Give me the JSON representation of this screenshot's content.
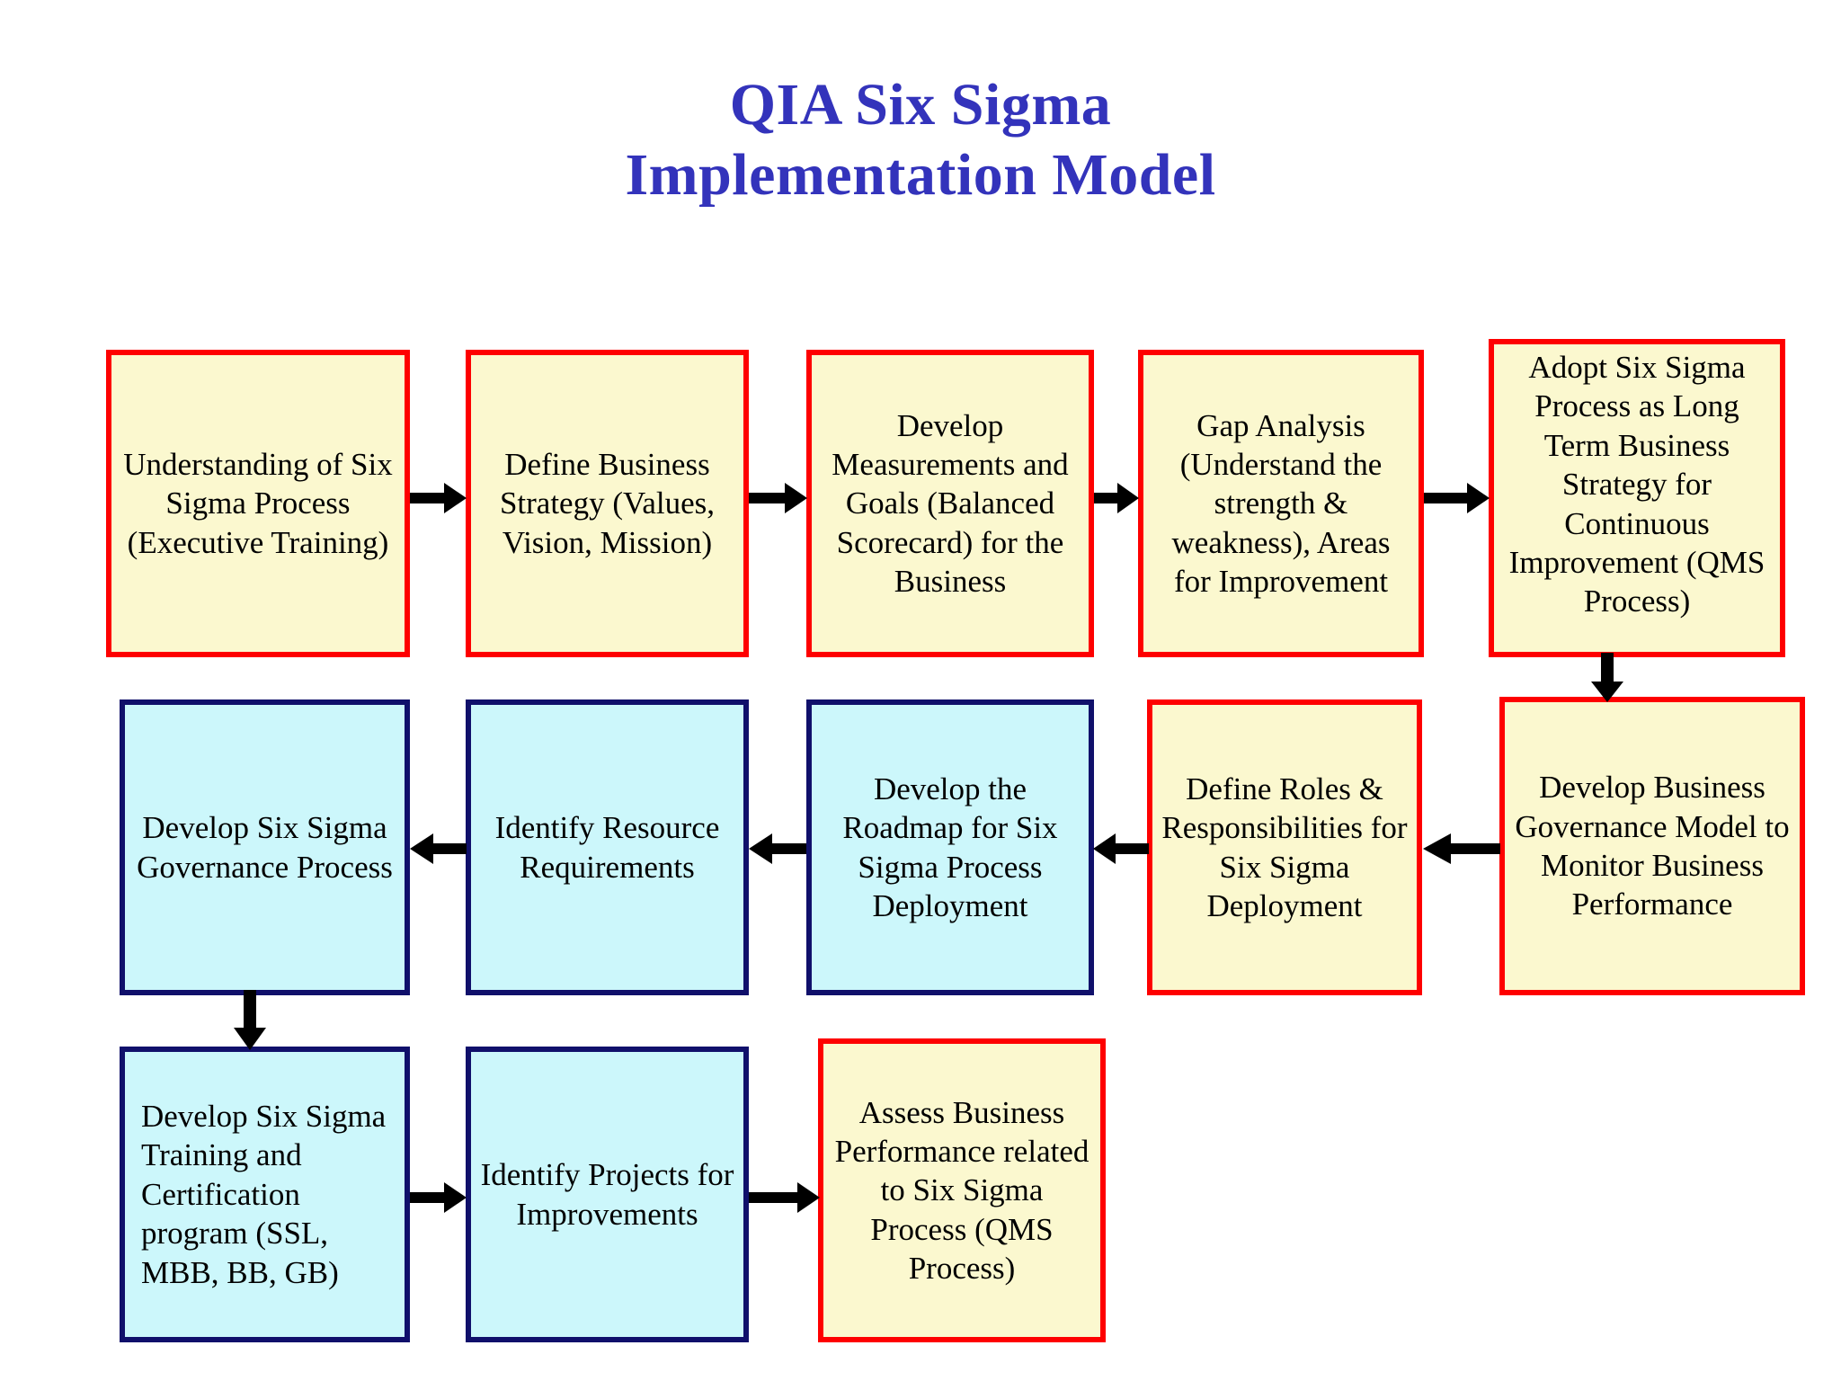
{
  "title": {
    "line1": "QIA Six Sigma",
    "line2": "Implementation Model",
    "color": "#3333bb"
  },
  "colors": {
    "red_border": "#fe0000",
    "red_fill": "#fbf8cf",
    "blue_border": "#10106b",
    "blue_fill": "#ccf7fb",
    "arrow": "#000000",
    "background": "#ffffff"
  },
  "diagram": {
    "type": "flowchart",
    "row1": [
      {
        "id": "n1",
        "text": "Understanding of Six Sigma Process (Executive Training)",
        "style": "red"
      },
      {
        "id": "n2",
        "text": "Define Business Strategy (Values, Vision, Mission)",
        "style": "red"
      },
      {
        "id": "n3",
        "text": "Develop Measurements and Goals (Balanced Scorecard) for the Business",
        "style": "red"
      },
      {
        "id": "n4",
        "text": "Gap Analysis (Understand the strength & weakness), Areas for Improvement",
        "style": "red"
      },
      {
        "id": "n5",
        "text": "Adopt Six Sigma Process as Long Term Business Strategy for Continuous Improvement (QMS Process)",
        "style": "red"
      }
    ],
    "row2": [
      {
        "id": "n10",
        "text": "Develop Six Sigma Governance Process",
        "style": "blue"
      },
      {
        "id": "n9",
        "text": "Identify Resource Requirements",
        "style": "blue"
      },
      {
        "id": "n8",
        "text": "Develop the Roadmap for Six Sigma Process Deployment",
        "style": "blue"
      },
      {
        "id": "n7",
        "text": "Define Roles & Responsibilities for Six Sigma Deployment",
        "style": "red"
      },
      {
        "id": "n6",
        "text": "Develop Business Governance Model to Monitor Business Performance",
        "style": "red"
      }
    ],
    "row3": [
      {
        "id": "n11",
        "text": "Develop Six Sigma Training and Certification program (SSL, MBB, BB, GB)",
        "style": "blue"
      },
      {
        "id": "n12",
        "text": "Identify Projects for Improvements",
        "style": "blue"
      },
      {
        "id": "n13",
        "text": "Assess Business Performance related to Six Sigma Process (QMS Process)",
        "style": "red"
      }
    ],
    "connections": [
      {
        "from": "n1",
        "to": "n2",
        "direction": "right"
      },
      {
        "from": "n2",
        "to": "n3",
        "direction": "right"
      },
      {
        "from": "n3",
        "to": "n4",
        "direction": "right"
      },
      {
        "from": "n4",
        "to": "n5",
        "direction": "right"
      },
      {
        "from": "n5",
        "to": "n6",
        "direction": "down"
      },
      {
        "from": "n6",
        "to": "n7",
        "direction": "left"
      },
      {
        "from": "n7",
        "to": "n8",
        "direction": "left"
      },
      {
        "from": "n8",
        "to": "n9",
        "direction": "left"
      },
      {
        "from": "n9",
        "to": "n10",
        "direction": "left"
      },
      {
        "from": "n10",
        "to": "n11",
        "direction": "down"
      },
      {
        "from": "n11",
        "to": "n12",
        "direction": "right"
      },
      {
        "from": "n12",
        "to": "n13",
        "direction": "right"
      }
    ]
  }
}
